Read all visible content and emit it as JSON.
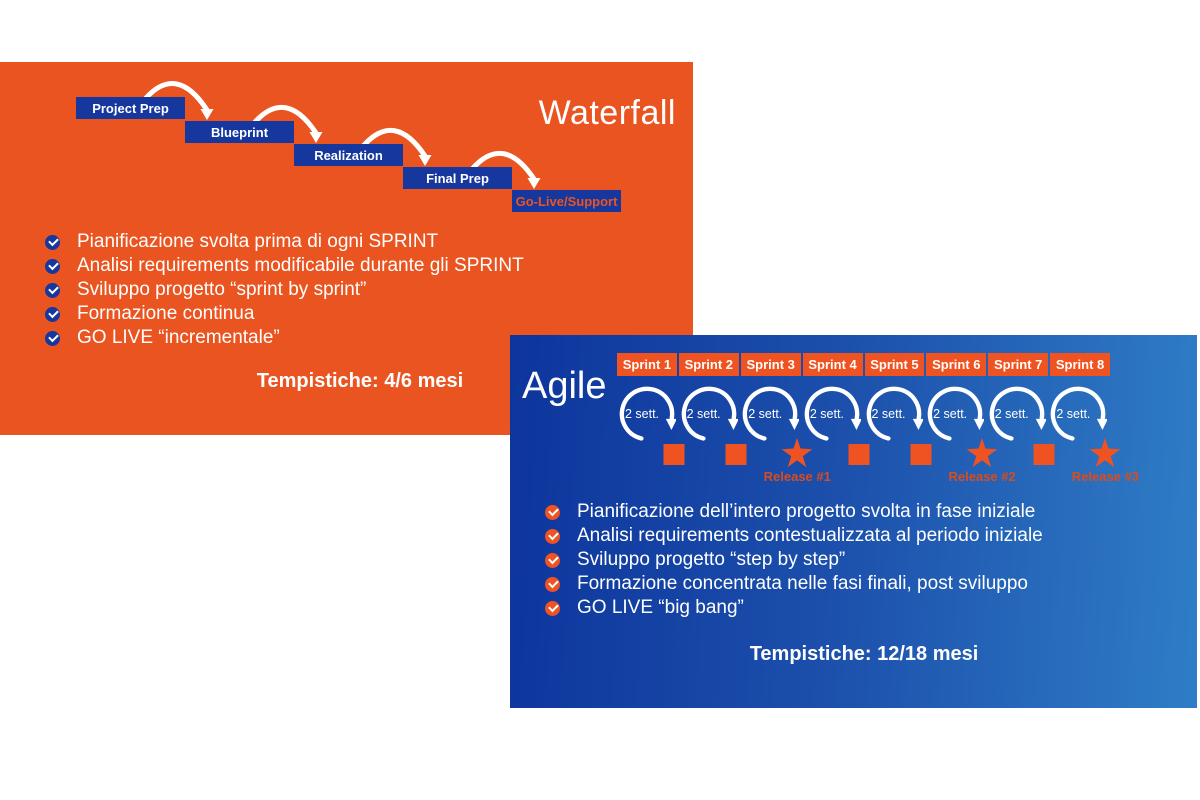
{
  "waterfall": {
    "title": "Waterfall",
    "phases": [
      "Project Prep",
      "Blueprint",
      "Realization",
      "Final Prep",
      "Go-Live/Support"
    ],
    "bullets": [
      "Pianificazione svolta prima di ogni SPRINT",
      "Analisi requirements modificabile durante gli SPRINT",
      "Sviluppo progetto “sprint by sprint”",
      "Formazione continua",
      "GO LIVE “incrementale”"
    ],
    "timing": "Tempistiche: 4/6 mesi"
  },
  "agile": {
    "title": "Agile",
    "sprints": [
      "Sprint 1",
      "Sprint 2",
      "Sprint 3",
      "Sprint 4",
      "Sprint 5",
      "Sprint 6",
      "Sprint 7",
      "Sprint 8"
    ],
    "loop_label": "2 sett.",
    "markers": [
      {
        "type": "square"
      },
      {
        "type": "square"
      },
      {
        "type": "star",
        "release": "Release #1"
      },
      {
        "type": "square"
      },
      {
        "type": "square"
      },
      {
        "type": "star",
        "release": "Release #2"
      },
      {
        "type": "square"
      },
      {
        "type": "star",
        "release": "Release #3"
      }
    ],
    "bullets": [
      "Pianificazione dell’intero progetto svolta in fase iniziale",
      "Analisi requirements contestualizzata al periodo iniziale",
      "Sviluppo progetto “step by step”",
      "Formazione concentrata nelle fasi finali, post sviluppo",
      "GO LIVE “big bang”"
    ],
    "timing": "Tempistiche: 12/18 mesi"
  },
  "colors": {
    "waterfall_card": "#EA5420",
    "agile_gradient_start": "#0D359C",
    "agile_gradient_end": "#2F7DC6",
    "phase_box_blue": "#16379D",
    "orange_accent": "#EF5322",
    "release_label_orange": "#D94C1D",
    "text_white": "#FFFFFF"
  }
}
